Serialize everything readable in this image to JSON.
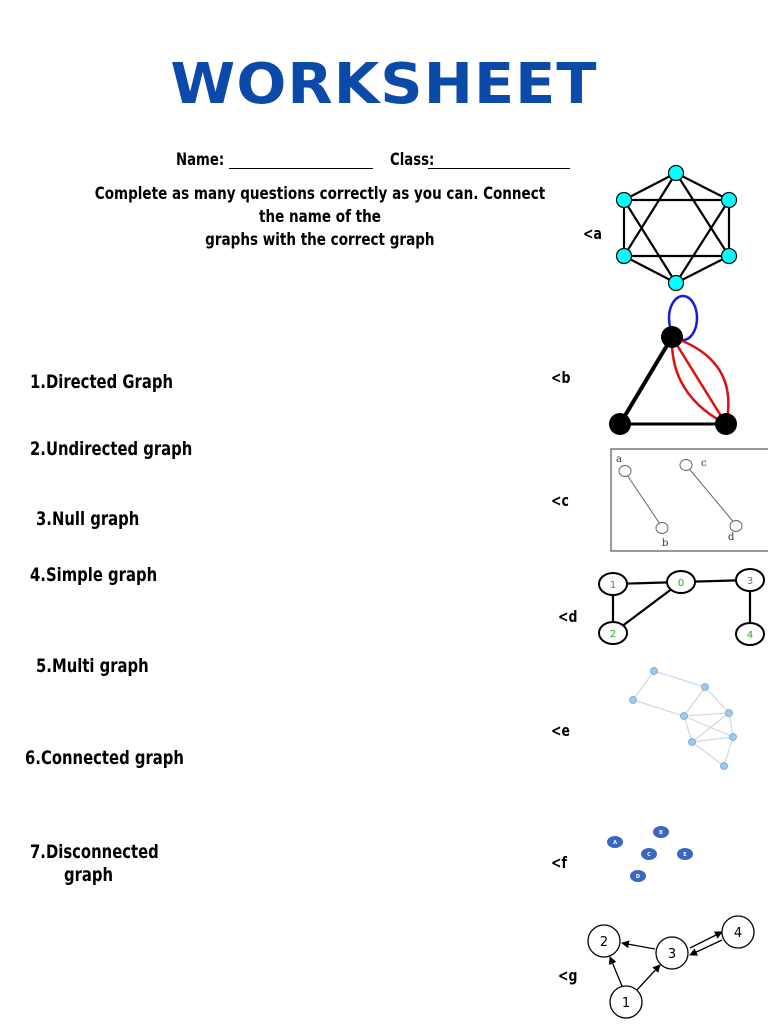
{
  "title": "WORKSHEET",
  "header": {
    "name_label": "Name:",
    "class_label": "Class:"
  },
  "instructions": {
    "line1": "Complete as many questions correctly as you can. Connect the name of the",
    "line2": "graphs with the correct graph"
  },
  "items": [
    {
      "label": "1.Directed Graph"
    },
    {
      "label": "2.Undirected graph"
    },
    {
      "label": "3.Null graph"
    },
    {
      "label": "4.Simple graph"
    },
    {
      "label": "5.Multi graph"
    },
    {
      "label": "6.Connected graph"
    },
    {
      "label": "7.Disconnected"
    },
    {
      "label": "graph"
    }
  ],
  "options": [
    {
      "label": "<a"
    },
    {
      "label": "<b"
    },
    {
      "label": "<c"
    },
    {
      "label": "<d"
    },
    {
      "label": "<e"
    },
    {
      "label": "<f"
    },
    {
      "label": "<g"
    }
  ],
  "figures": {
    "c_nodes": [
      "a",
      "b",
      "c",
      "d"
    ],
    "d_nodes": [
      "1",
      "0",
      "3",
      "2",
      "4"
    ],
    "f_nodes": [
      "A",
      "B",
      "C",
      "E",
      "D"
    ],
    "g_nodes": [
      "2",
      "4",
      "3",
      "1"
    ]
  },
  "colors": {
    "title": "#0b4aa8",
    "hexagon_node": "#00ffff",
    "loop": "#1a1adb",
    "multi_edge": "#e01010",
    "green_label": "#22aa22",
    "e_node": "#9ec9ee",
    "f_node": "#3a66c4"
  }
}
